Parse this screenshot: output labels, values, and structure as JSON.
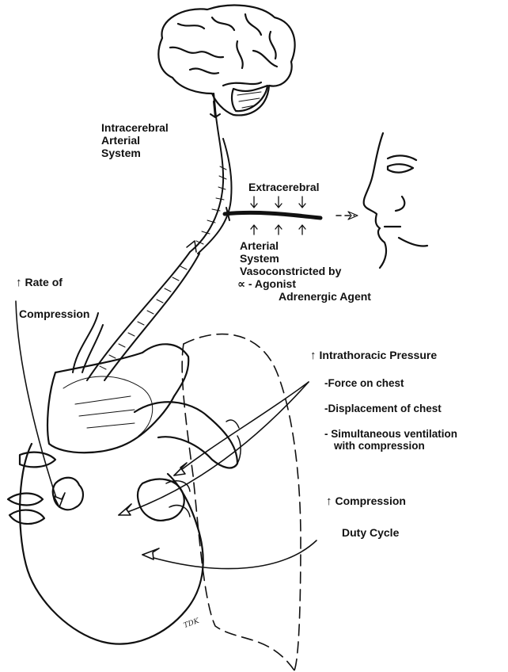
{
  "labels": {
    "intracerebral": [
      "Intracerebral",
      "Arterial",
      "System"
    ],
    "extracerebral": "Extracerebral",
    "extracerebral_cont": [
      "Arterial",
      "System",
      "Vasoconstricted by"
    ],
    "agonist": "∝ - Agonist",
    "adrenergic": "Adrenergic Agent",
    "rate_of": "Rate of",
    "compression": "Compression",
    "intrathoracic": "Intrathoracic Pressure",
    "force": "-Force on chest",
    "displacement": "-Displacement of chest",
    "simultaneous": "- Simultaneous ventilation",
    "with_compression": "with compression",
    "compression2": "Compression",
    "duty_cycle": "Duty Cycle",
    "up_symbol": "↑",
    "signature": "TDK"
  }
}
